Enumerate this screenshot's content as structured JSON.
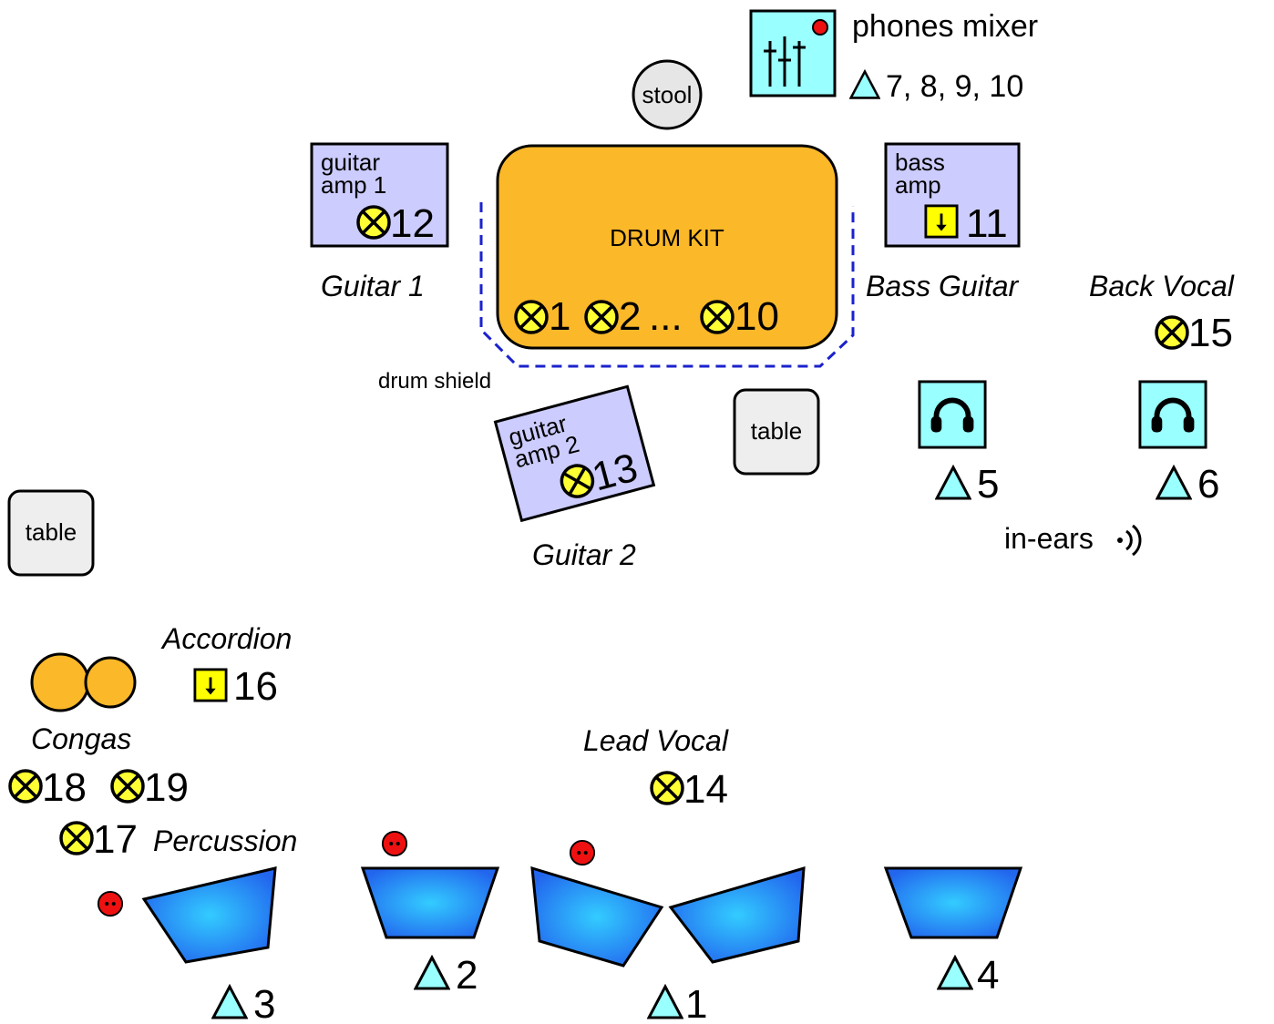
{
  "colors": {
    "amp_fill": "#ccccff",
    "drum_fill": "#fbb829",
    "mic_fill": "#ffff33",
    "di_fill": "#ffff00",
    "monitor_fill": "#2277ee",
    "monitor_glow": "#33ccff",
    "phones_fill": "#99ffff",
    "table_fill": "#eeeeee",
    "stool_fill": "#e6e6e6",
    "shield_stroke": "#1a22cc",
    "dot_red": "#ee1111",
    "wedge_triangle_fill": "#99ffff"
  },
  "icons": {
    "mic": "mic-symbol-icon",
    "di": "di-box-icon",
    "monitor": "monitor-triangle-icon",
    "headphones": "headphones-icon",
    "mixer": "mixer-faders-icon",
    "wireless": "wireless-signal-icon",
    "power": "power-outlet-icon"
  },
  "phones_mixer": {
    "title": "phones mixer",
    "channels": "7, 8, 9, 10"
  },
  "stool": {
    "label": "stool"
  },
  "drum_kit": {
    "label": "DRUM KIT",
    "mic1": "1",
    "mic2": "2",
    "ellipsis": "...",
    "mic10": "10",
    "shield_label": "drum shield"
  },
  "guitar_amp_1": {
    "line1": "guitar",
    "line2": "amp 1",
    "channel": "12",
    "player": "Guitar 1"
  },
  "bass_amp": {
    "line1": "bass",
    "line2": "amp",
    "channel": "11",
    "player": "Bass Guitar"
  },
  "back_vocal": {
    "player": "Back Vocal",
    "channel": "15"
  },
  "guitar_amp_2": {
    "line1": "guitar",
    "line2": "amp 2",
    "channel": "13",
    "player": "Guitar 2"
  },
  "table_center": {
    "label": "table"
  },
  "table_left": {
    "label": "table"
  },
  "in_ears": {
    "label": "in-ears",
    "monitor_a": "5",
    "monitor_b": "6"
  },
  "accordion": {
    "player": "Accordion",
    "channel": "16"
  },
  "congas": {
    "player": "Congas",
    "channel_a": "18",
    "channel_b": "19"
  },
  "percussion": {
    "player": "Percussion",
    "channel": "17"
  },
  "lead_vocal": {
    "player": "Lead Vocal",
    "channel": "14"
  },
  "wedges": {
    "w1": "1",
    "w2": "2",
    "w3": "3",
    "w4": "4"
  }
}
